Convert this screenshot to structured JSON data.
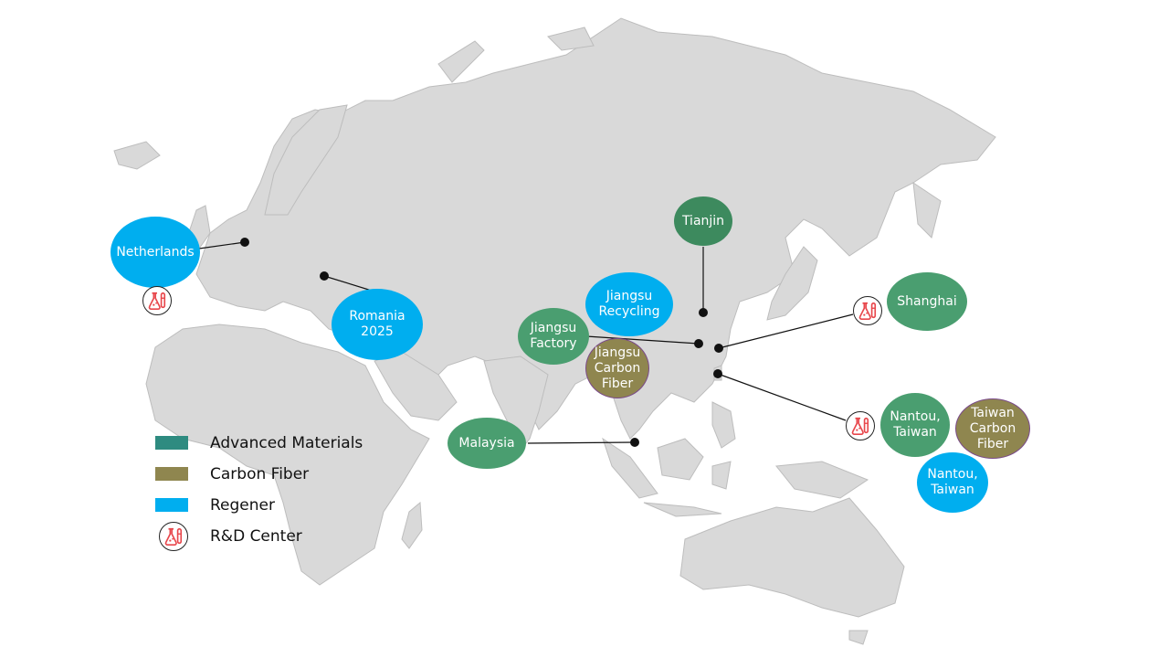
{
  "locations": {
    "netherlands": "Netherlands",
    "romania": "Romania 2025",
    "jiangsu_recycling": "Jiangsu Recycling",
    "jiangsu_factory": "Jiangsu Factory",
    "jiangsu_carbon_fiber": "Jiangsu Carbon Fiber",
    "tianjin": "Tianjin",
    "shanghai": "Shanghai",
    "malaysia": "Malaysia",
    "nantou_am": "Nantou, Taiwan",
    "taiwan_carbon_fiber": "Taiwan Carbon Fiber",
    "nantou_regener": "Nantou, Taiwan"
  },
  "legend": {
    "items": [
      {
        "label": "Advanced Materials",
        "color": "#2e8b80"
      },
      {
        "label": "Carbon Fiber",
        "color": "#8f864f"
      },
      {
        "label": "Regener",
        "color": "#00aeef"
      },
      {
        "label": "R&D Center",
        "icon": "lab-flask-icon"
      }
    ]
  },
  "colors": {
    "land": "#d9d9d9",
    "advanced_materials": "#4a9e70",
    "carbon_fiber": "#8f864f",
    "regener": "#00aeef",
    "rd_icon": "#e8474c"
  }
}
